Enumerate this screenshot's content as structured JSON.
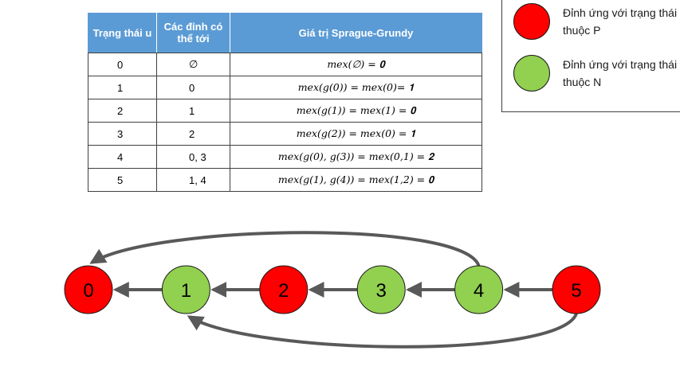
{
  "table": {
    "headers": [
      "Trạng thái u",
      "Các đỉnh có thể tới",
      "Giá trị Sprague-Grundy"
    ],
    "rows": [
      {
        "state": "0",
        "reachable": "∅",
        "formula": "mex(∅) = 𝟎"
      },
      {
        "state": "1",
        "reachable": "0",
        "formula": "mex(g(0)) = mex(0)= 𝟏"
      },
      {
        "state": "2",
        "reachable": "1",
        "formula": "mex(g(1)) = mex(1) = 𝟎"
      },
      {
        "state": "3",
        "reachable": "2",
        "formula": "mex(g(2)) = mex(0) = 𝟏"
      },
      {
        "state": "4",
        "reachable": "0, 3",
        "formula": "mex(g(0), g(3)) = mex(0,1) = 𝟐"
      },
      {
        "state": "5",
        "reachable": "1, 4",
        "formula": "mex(g(1), g(4)) = mex(1,2) = 𝟎"
      }
    ]
  },
  "legend": {
    "p_label": "Đỉnh ứng với trạng thái thuộc P",
    "n_label": "Đỉnh ứng với trạng thái thuộc N",
    "p_color": "#ff0000",
    "n_color": "#92d050"
  },
  "graph": {
    "nodes": [
      {
        "label": "0",
        "type": "P"
      },
      {
        "label": "1",
        "type": "N"
      },
      {
        "label": "2",
        "type": "P"
      },
      {
        "label": "3",
        "type": "N"
      },
      {
        "label": "4",
        "type": "N"
      },
      {
        "label": "5",
        "type": "P"
      }
    ],
    "edges": [
      {
        "from": "1",
        "to": "0"
      },
      {
        "from": "2",
        "to": "1"
      },
      {
        "from": "3",
        "to": "2"
      },
      {
        "from": "4",
        "to": "3"
      },
      {
        "from": "5",
        "to": "4"
      },
      {
        "from": "4",
        "to": "0"
      },
      {
        "from": "5",
        "to": "1"
      }
    ],
    "edge_color": "#595959",
    "node_border_color": "#1a1a1a"
  }
}
